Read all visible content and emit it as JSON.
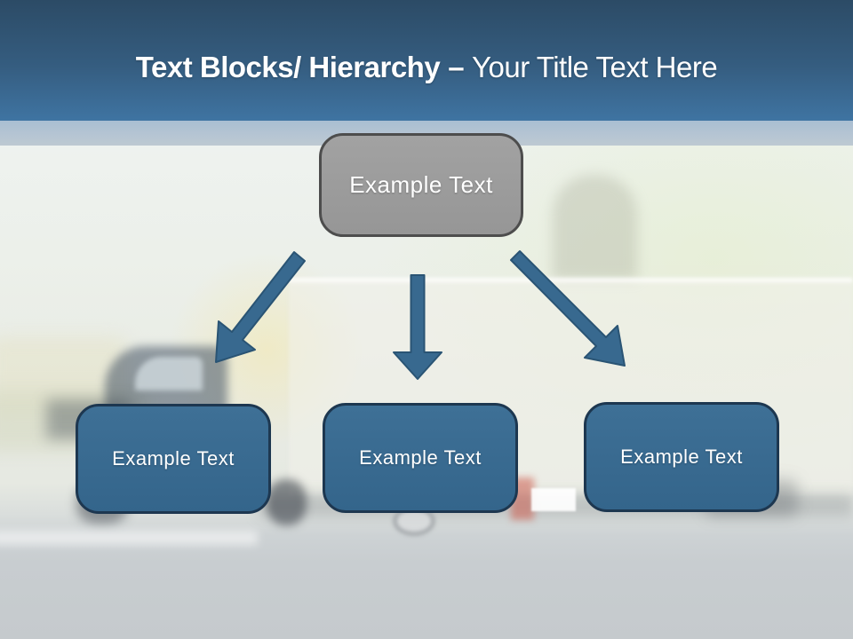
{
  "title": {
    "emphasis": "Text Blocks/ Hierarchy",
    "separator": "–",
    "secondary": "Your Title Text Here"
  },
  "hierarchy": {
    "root": {
      "label": "Example Text"
    },
    "children": [
      {
        "label": "Example Text"
      },
      {
        "label": "Example Text"
      },
      {
        "label": "Example Text"
      }
    ]
  },
  "colors": {
    "header_top": "#2c4b66",
    "header_bottom": "#3f74a2",
    "underline_band": "#b3c3d3",
    "root_node_fill": "#9b9b9b",
    "root_node_border": "#4d4d4d",
    "child_node_fill": "#36688e",
    "child_node_border": "#1d3750",
    "arrow_fill": "#38698f",
    "arrow_stroke": "#2a5474",
    "text": "#ffffff"
  }
}
